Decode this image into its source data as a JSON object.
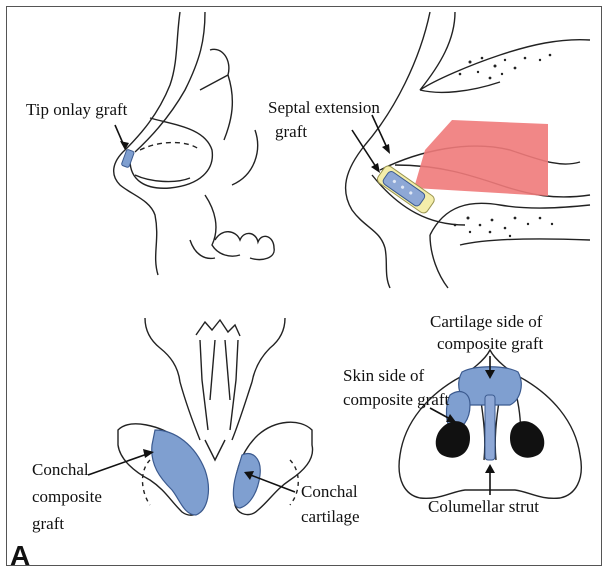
{
  "labels": {
    "tip_onlay_graft": "Tip onlay graft",
    "septal_extension_line1": "Septal extension",
    "septal_extension_line2": "graft",
    "conchal_composite_line1": "Conchal",
    "conchal_composite_line2": "composite",
    "conchal_composite_line3": "graft",
    "conchal_cartilage_line1": "Conchal",
    "conchal_cartilage_line2": "cartilage",
    "cartilage_side_line1": "Cartilage side of",
    "cartilage_side_line2": "composite graft",
    "skin_side_line1": "Skin side of",
    "skin_side_line2": "composite graft",
    "columellar_strut": "Columellar strut"
  },
  "panel_letter": "A",
  "colors": {
    "graft_blue": "#7f9fd0",
    "septal_red": "#ef7a7a",
    "septal_yellow": "#f4eeaa",
    "line": "#222222"
  }
}
